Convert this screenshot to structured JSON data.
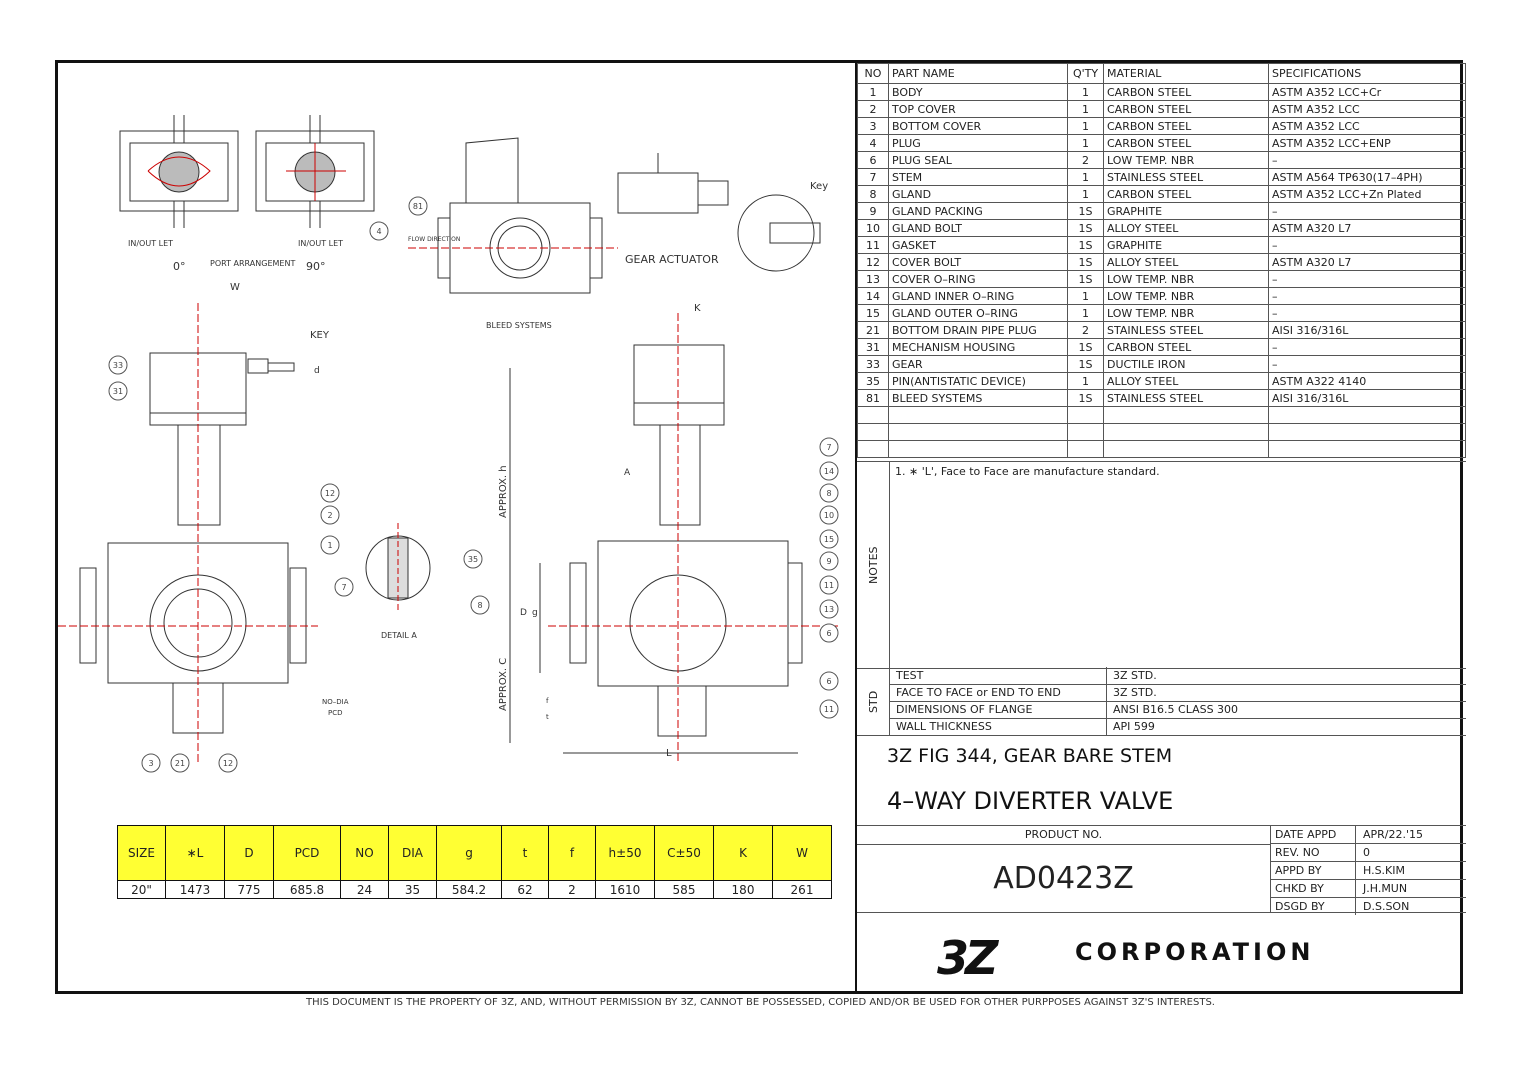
{
  "parts_header": {
    "no": "NO",
    "name": "PART NAME",
    "qty": "Q'TY",
    "material": "MATERIAL",
    "spec": "SPECIFICATIONS"
  },
  "parts": [
    {
      "no": "1",
      "name": "BODY",
      "qty": "1",
      "material": "CARBON STEEL",
      "spec": "ASTM A352 LCC+Cr"
    },
    {
      "no": "2",
      "name": "TOP COVER",
      "qty": "1",
      "material": "CARBON STEEL",
      "spec": "ASTM A352 LCC"
    },
    {
      "no": "3",
      "name": "BOTTOM COVER",
      "qty": "1",
      "material": "CARBON STEEL",
      "spec": "ASTM A352 LCC"
    },
    {
      "no": "4",
      "name": "PLUG",
      "qty": "1",
      "material": "CARBON STEEL",
      "spec": "ASTM A352 LCC+ENP"
    },
    {
      "no": "6",
      "name": "PLUG SEAL",
      "qty": "2",
      "material": "LOW TEMP. NBR",
      "spec": "–"
    },
    {
      "no": "7",
      "name": "STEM",
      "qty": "1",
      "material": "STAINLESS STEEL",
      "spec": "ASTM A564 TP630(17–4PH)"
    },
    {
      "no": "8",
      "name": "GLAND",
      "qty": "1",
      "material": "CARBON STEEL",
      "spec": "ASTM A352 LCC+Zn Plated"
    },
    {
      "no": "9",
      "name": "GLAND PACKING",
      "qty": "1S",
      "material": "GRAPHITE",
      "spec": "–"
    },
    {
      "no": "10",
      "name": "GLAND BOLT",
      "qty": "1S",
      "material": "ALLOY STEEL",
      "spec": "ASTM A320 L7"
    },
    {
      "no": "11",
      "name": "GASKET",
      "qty": "1S",
      "material": "GRAPHITE",
      "spec": "–"
    },
    {
      "no": "12",
      "name": "COVER BOLT",
      "qty": "1S",
      "material": "ALLOY STEEL",
      "spec": "ASTM A320 L7"
    },
    {
      "no": "13",
      "name": "COVER O–RING",
      "qty": "1S",
      "material": "LOW TEMP. NBR",
      "spec": "–"
    },
    {
      "no": "14",
      "name": "GLAND INNER O–RING",
      "qty": "1",
      "material": "LOW TEMP. NBR",
      "spec": "–"
    },
    {
      "no": "15",
      "name": "GLAND OUTER O–RING",
      "qty": "1",
      "material": "LOW TEMP. NBR",
      "spec": "–"
    },
    {
      "no": "21",
      "name": "BOTTOM DRAIN PIPE PLUG",
      "qty": "2",
      "material": "STAINLESS STEEL",
      "spec": "AISI 316/316L"
    },
    {
      "no": "31",
      "name": "MECHANISM HOUSING",
      "qty": "1S",
      "material": "CARBON STEEL",
      "spec": "–"
    },
    {
      "no": "33",
      "name": "GEAR",
      "qty": "1S",
      "material": "DUCTILE IRON",
      "spec": "–"
    },
    {
      "no": "35",
      "name": "PIN(ANTISTATIC DEVICE)",
      "qty": "1",
      "material": "ALLOY STEEL",
      "spec": "ASTM A322 4140"
    },
    {
      "no": "81",
      "name": "BLEED SYSTEMS",
      "qty": "1S",
      "material": "STAINLESS STEEL",
      "spec": "AISI 316/316L"
    },
    {
      "no": "",
      "name": "",
      "qty": "",
      "material": "",
      "spec": ""
    },
    {
      "no": "",
      "name": "",
      "qty": "",
      "material": "",
      "spec": ""
    },
    {
      "no": "",
      "name": "",
      "qty": "",
      "material": "",
      "spec": ""
    }
  ],
  "notes": {
    "label": "NOTES",
    "text": "1. ∗ 'L', Face to Face are manufacture standard."
  },
  "std": {
    "label": "STD",
    "rows": [
      {
        "item": "TEST",
        "value": "3Z STD."
      },
      {
        "item": "FACE TO FACE or END TO END",
        "value": "3Z STD."
      },
      {
        "item": "DIMENSIONS OF FLANGE",
        "value": "ANSI B16.5    CLASS  300"
      },
      {
        "item": "WALL THICKNESS",
        "value": "API 599"
      }
    ]
  },
  "title": {
    "line1": "3Z FIG 344, GEAR BARE STEM",
    "line2": "4–WAY DIVERTER VALVE"
  },
  "product": {
    "header": "PRODUCT NO.",
    "number": "AD0423Z",
    "info": [
      {
        "k": "DATE APPD",
        "v": "APR/22.'15"
      },
      {
        "k": "REV. NO",
        "v": "0"
      },
      {
        "k": "APPD BY",
        "v": "H.S.KIM"
      },
      {
        "k": "CHKD BY",
        "v": "J.H.MUN"
      },
      {
        "k": "DSGD BY",
        "v": "D.S.SON"
      }
    ]
  },
  "logo": "3Z",
  "corporation": "CORPORATION",
  "footer": "THIS DOCUMENT IS THE PROPERTY OF 3Z, AND, WITHOUT PERMISSION BY 3Z, CANNOT BE POSSESSED, COPIED AND/OR BE USED FOR OTHER PURPPOSES AGAINST 3Z'S INTERESTS.",
  "dims": {
    "headers": [
      "SIZE",
      "∗L",
      "D",
      "PCD",
      "NO",
      "DIA",
      "g",
      "t",
      "f",
      "h±50",
      "C±50",
      "K",
      "W"
    ],
    "values": [
      "20\"",
      "1473",
      "775",
      "685.8",
      "24",
      "35",
      "584.2",
      "62",
      "2",
      "1610",
      "585",
      "180",
      "261"
    ]
  },
  "drawing_labels": {
    "inlet_left": "IN/OUT LET",
    "inlet_right": "IN/OUT LET",
    "deg0": "0°",
    "deg90": "90°",
    "port_arrangement": "PORT ARRANGEMENT",
    "flow_direction": "FLOW DIRECTION",
    "gear_actuator": "GEAR ACTUATOR",
    "key_right": "Key",
    "key_left": "KEY",
    "bleed_systems": "BLEED SYSTEMS",
    "detail_a": "DETAIL A",
    "no_dia": "NO–DIA",
    "pcd": "PCD",
    "approx_h": "APPROX. h",
    "approx_c": "APPROX. C",
    "dim_w": "W",
    "dim_k": "K",
    "dim_l": "L",
    "dim_d": "d",
    "dim_g": "g",
    "dim_D": "D",
    "dim_f": "f",
    "dim_t": "t",
    "mark_a": "A",
    "balloons_left": [
      "33",
      "31",
      "12",
      "2",
      "1",
      "7",
      "35",
      "8",
      "3",
      "21",
      "12",
      "4",
      "81"
    ],
    "balloons_right": [
      "7",
      "14",
      "8",
      "10",
      "15",
      "9",
      "11",
      "13",
      "6",
      "6",
      "11"
    ]
  }
}
